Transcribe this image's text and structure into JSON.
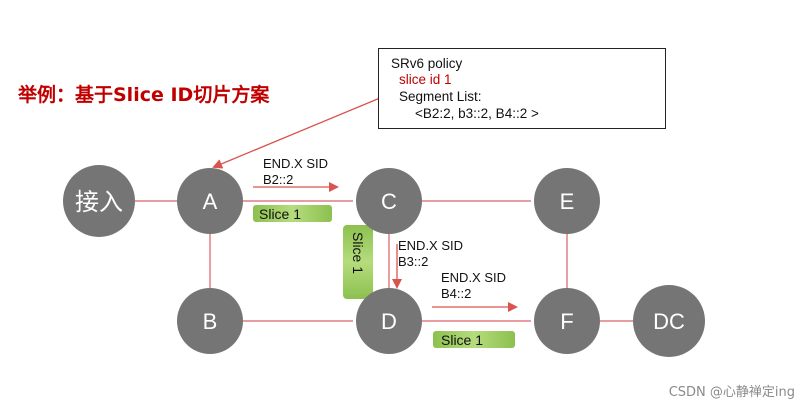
{
  "title": "举例：基于Slice ID切片方案",
  "policy": {
    "name": "SRv6 policy",
    "slice_id": "slice id 1",
    "segment_list_label": "Segment List:",
    "segment_list": "<B2:2, b3::2, B4::2 >"
  },
  "nodes": {
    "access": "接入",
    "a": "A",
    "b": "B",
    "c": "C",
    "d": "D",
    "e": "E",
    "f": "F",
    "dc": "DC"
  },
  "sids": {
    "a_c": {
      "name": "END.X SID",
      "value": "B2::2"
    },
    "c_d": {
      "name": "END.X SID",
      "value": "B3::2"
    },
    "d_f": {
      "name": "END.X SID",
      "value": "B4::2"
    }
  },
  "slices": {
    "a_c": "Slice 1",
    "c_d": "Slice 1",
    "d_f": "Slice 1"
  },
  "colors": {
    "title": "#c00000",
    "slice_id_text": "#c00000",
    "node_fill": "#757575",
    "link": "#e07d84",
    "arrow": "#d9534f",
    "slice_bar": "#a9d36e"
  },
  "watermark": "CSDN @心静禅定ing"
}
